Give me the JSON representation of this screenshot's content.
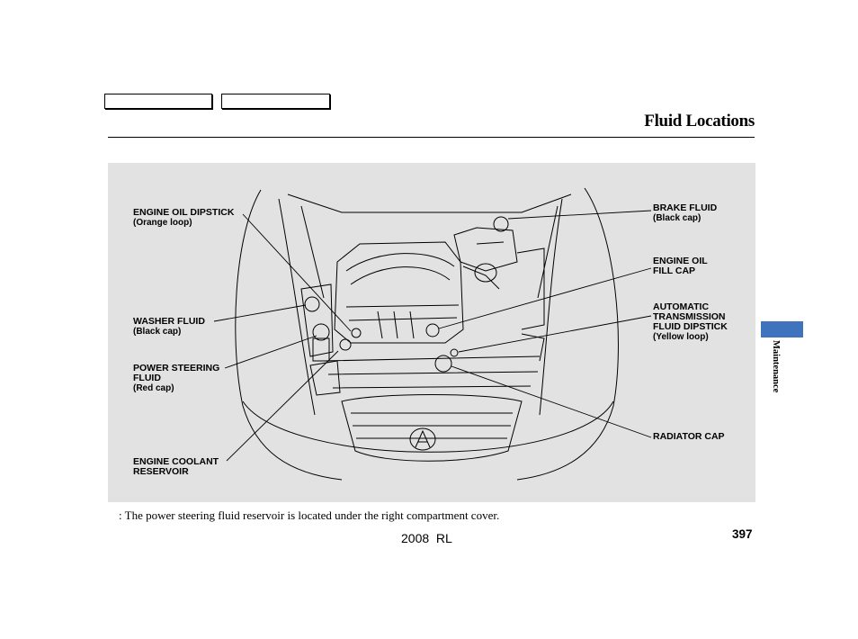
{
  "header": {
    "title": "Fluid Locations"
  },
  "labels": {
    "engine_oil_dipstick": {
      "name": "ENGINE OIL DIPSTICK",
      "detail": "(Orange loop)"
    },
    "washer_fluid": {
      "name": "WASHER FLUID",
      "detail": "(Black cap)"
    },
    "power_steering_line1": "POWER STEERING",
    "power_steering_line2": "FLUID",
    "power_steering_detail": "(Red cap)",
    "engine_coolant_line1": "ENGINE COOLANT",
    "engine_coolant_line2": "RESERVOIR",
    "brake_fluid": {
      "name": "BRAKE FLUID",
      "detail": "(Black cap)"
    },
    "engine_oil_fill_line1": "ENGINE OIL",
    "engine_oil_fill_line2": "FILL CAP",
    "atf_line1": "AUTOMATIC",
    "atf_line2": "TRANSMISSION",
    "atf_line3": "FLUID DIPSTICK",
    "atf_detail": "(Yellow loop)",
    "radiator_cap": "RADIATOR CAP"
  },
  "colors": {
    "figure_bg": "#e2e2e2",
    "side_tab": "#3f73be"
  },
  "side_tab": {
    "label": "Maintenance"
  },
  "footnote": ": The power steering fluid reservoir is located under the right compartment cover.",
  "footer": {
    "page_number": "397",
    "model": "2008  RL"
  }
}
